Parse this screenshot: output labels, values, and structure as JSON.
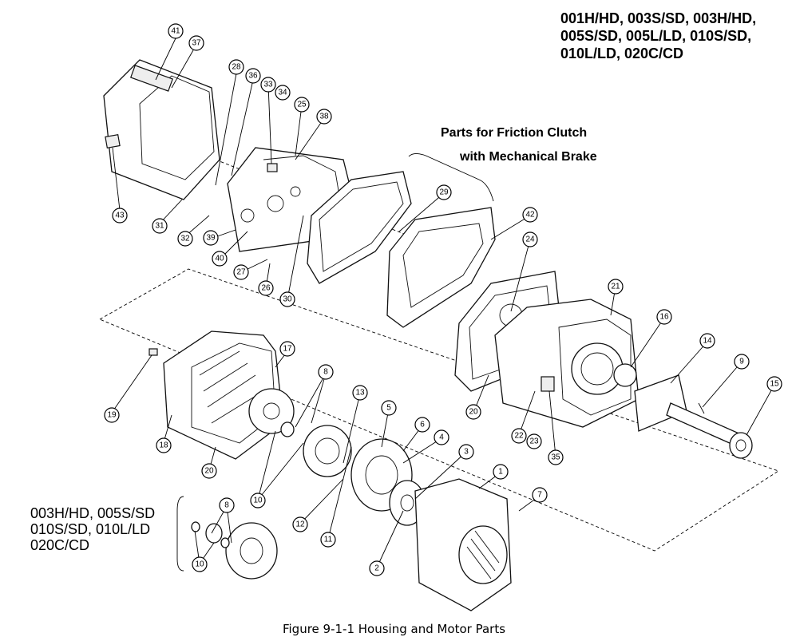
{
  "models_top": "001H/HD, 003S/SD, 003H/HD,\n005S/SD, 005L/LD, 010S/SD,\n010L/LD, 020C/CD",
  "friction_clutch": {
    "line1": "Parts for Friction Clutch",
    "line2": "with Mechanical Brake"
  },
  "models_left": "003H/HD, 005S/SD\n010S/SD, 010L/LD\n020C/CD",
  "caption": "Figure 9-1-1 Housing and Motor Parts",
  "callouts": [
    "41",
    "37",
    "28",
    "36",
    "33",
    "34",
    "25",
    "38",
    "43",
    "31",
    "32",
    "39",
    "40",
    "27",
    "26",
    "30",
    "29",
    "42",
    "24",
    "21",
    "16",
    "14",
    "9",
    "15",
    "17",
    "19",
    "18",
    "20",
    "8",
    "13",
    "10",
    "12",
    "11",
    "5",
    "6",
    "4",
    "3",
    "2",
    "1",
    "7",
    "22",
    "23",
    "35",
    "8",
    "10"
  ]
}
